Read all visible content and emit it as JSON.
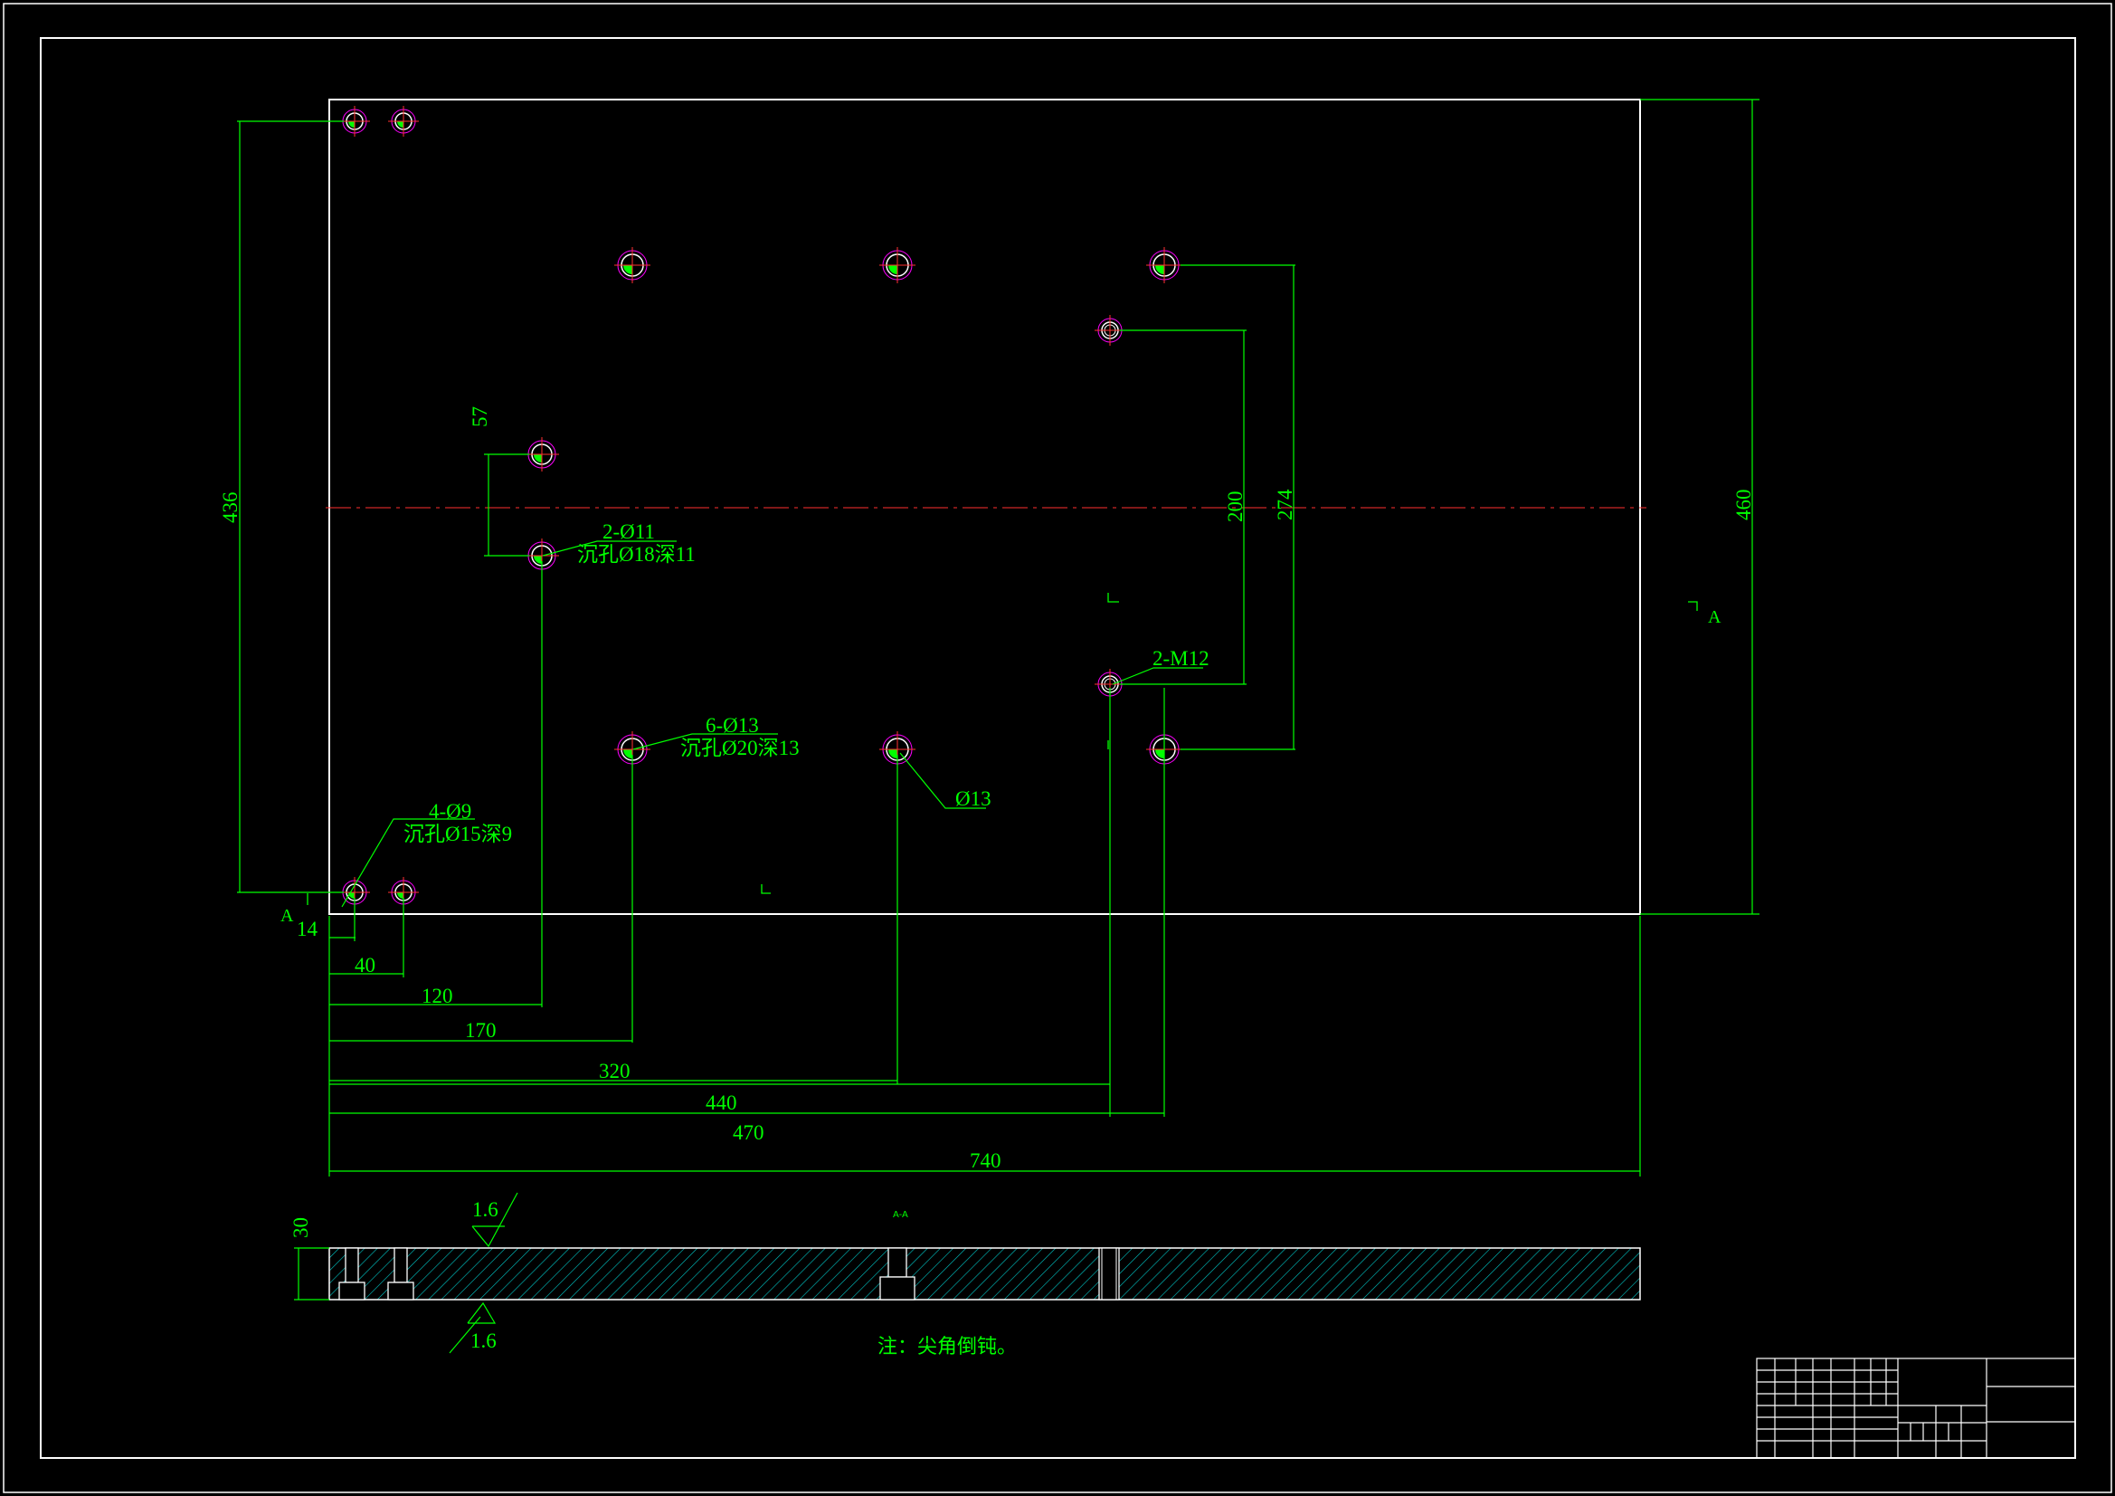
{
  "colors": {
    "background": "#000000",
    "outline": "#ffffff",
    "dimension": "#00ff00",
    "centerline": "#ff3030",
    "hole_fill": "#00ff00",
    "hole_mark": "#ff00ff",
    "hatch": "#00c8c8"
  },
  "plan_view": {
    "dimensions": {
      "height_total": "460",
      "height_holes": "436",
      "length_total": "740",
      "offset_14": "14",
      "offset_40": "40",
      "offset_120": "120",
      "offset_170": "170",
      "offset_320": "320",
      "offset_440": "440",
      "offset_470": "470",
      "pitch_57": "57",
      "pitch_200": "200",
      "pitch_274": "274"
    },
    "callouts": {
      "holes_9_qty": "4-Ø9",
      "holes_9_cb": "沉孔Ø15深9",
      "holes_11_qty": "2-Ø11",
      "holes_11_cb": "沉孔Ø18深11",
      "holes_13_qty": "6-Ø13",
      "holes_13_cb": "沉孔Ø20深13",
      "hole_13_single": "Ø13",
      "thread_m12": "2-M12"
    },
    "section_marks": {
      "left": "A",
      "right": "A"
    }
  },
  "section_view": {
    "title": "A-A",
    "thickness": "30",
    "roughness_top": "1.6",
    "roughness_bottom": "1.6"
  },
  "note": "注：尖角倒钝。"
}
